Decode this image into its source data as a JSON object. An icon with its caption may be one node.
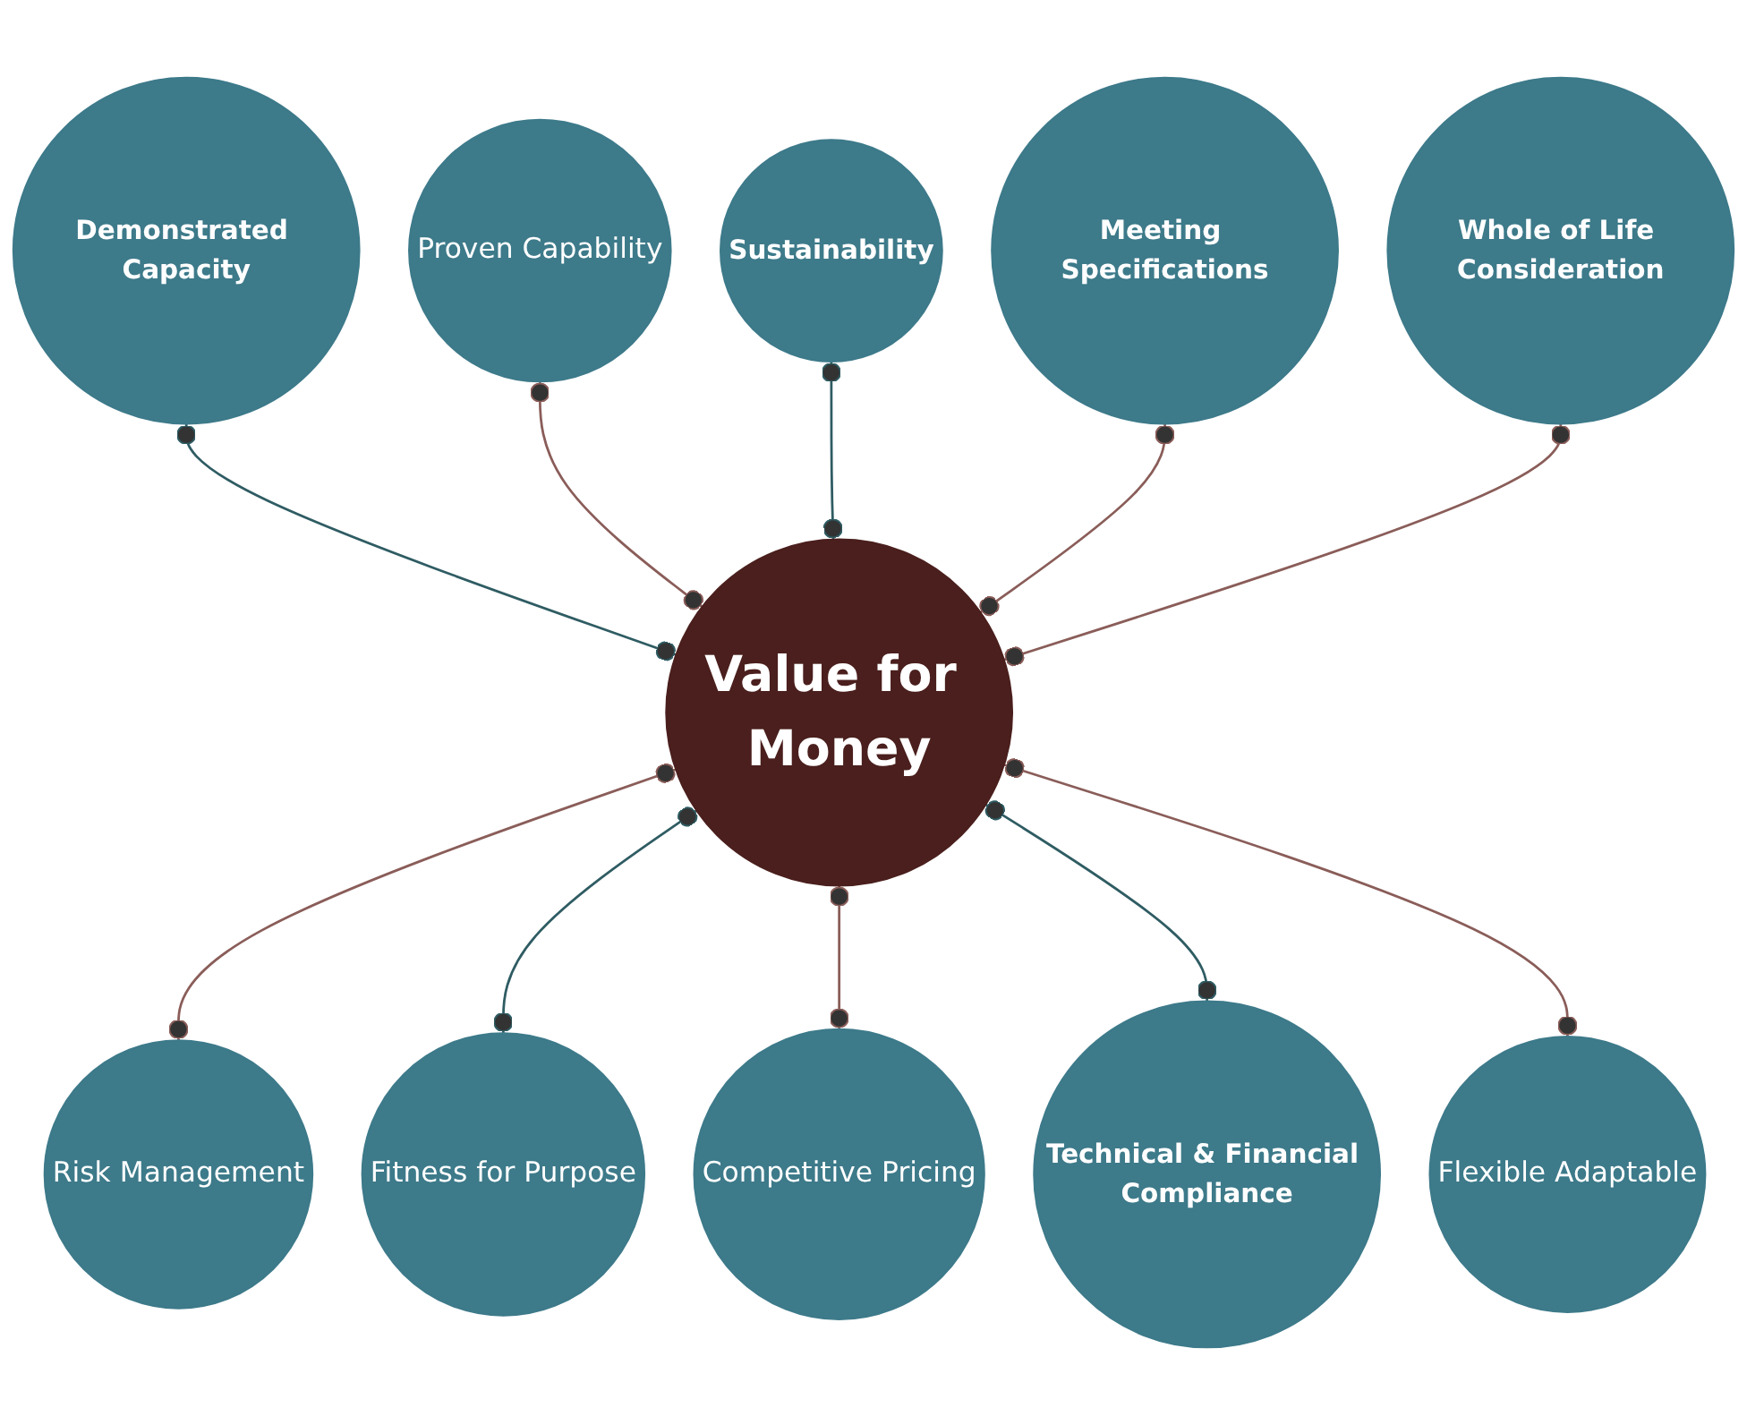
{
  "diagram": {
    "nodes": [
      {
        "text": [
          "Proven Capability"
        ]
      },
      {
        "text": [
          "Demonstrated Capacity"
        ]
      },
      {
        "text": [
          "Sustainability"
        ]
      },
      {
        "text": [
          "Whole of Life Consideration"
        ]
      },
      {
        "text": [
          "Meeting Specifications"
        ]
      },
      {
        "text": [
          "Value for Money"
        ]
      },
      {
        "text": [
          "Flexible Adaptable"
        ]
      },
      {
        "text": [
          "Risk Management"
        ]
      },
      {
        "text": [
          "Fitness for Purpose"
        ]
      },
      {
        "text": [
          "Technical & Financial Compliance"
        ]
      },
      {
        "text": [
          "Competitive Pricing"
        ]
      }
    ],
    "edges": [
      {
        "from": 1,
        "to": 5,
        "arrow": "other",
        "color": "#2f5c63"
      },
      {
        "from": 0,
        "to": 5,
        "arrow": "other"
      },
      {
        "from": 2,
        "to": 5,
        "arrow": "other",
        "color": "#2f5c63"
      },
      {
        "from": 4,
        "to": 5,
        "arrow": "other"
      },
      {
        "from": 3,
        "to": 5,
        "arrow": "other"
      },
      {
        "from": 5,
        "to": 7,
        "arrow": "other"
      },
      {
        "from": 5,
        "to": 8,
        "arrow": "other",
        "color": "#2f5c63"
      },
      {
        "from": 5,
        "to": 10,
        "arrow": "other"
      },
      {
        "from": 5,
        "to": 9,
        "arrow": "other",
        "color": "#2f5c63"
      },
      {
        "from": 5,
        "to": 6,
        "arrow": "other"
      }
    ]
  }
}
